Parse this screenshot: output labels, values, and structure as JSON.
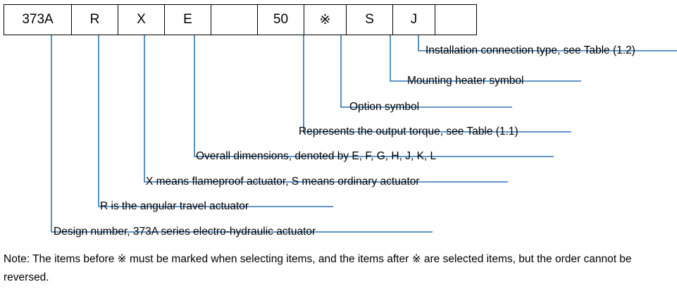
{
  "diagram": {
    "title": "373A series electro-hydraulic actuator model designation",
    "line_color": "#2e75b6",
    "box_border_color": "#000000",
    "code_cells": [
      {
        "text": "373A",
        "width": 96
      },
      {
        "text": "R",
        "width": 66
      },
      {
        "text": "X",
        "width": 66
      },
      {
        "text": "E",
        "width": 66
      },
      {
        "text": "",
        "width": 66
      },
      {
        "text": "50",
        "width": 66
      },
      {
        "text": "※",
        "width": 60
      },
      {
        "text": "S",
        "width": 66
      },
      {
        "text": "J",
        "width": 60
      },
      {
        "text": "",
        "width": 58
      }
    ],
    "callouts": [
      {
        "label": "Installation connection type, see Table (1.2)"
      },
      {
        "label": "Mounting heater symbol"
      },
      {
        "label": "Option symbol"
      },
      {
        "label": "Represents the output torque, see Table (1.1)"
      },
      {
        "label": "Overall dimensions, denoted by E, F, G, H, J, K, L"
      },
      {
        "label": "X means flameproof actuator, S means ordinary actuator"
      },
      {
        "label": "R is the angular travel actuator"
      },
      {
        "label": "Design number, 373A series electro-hydraulic actuator"
      }
    ],
    "note": "Note: The items before ※  must be marked when selecting items, and the items after ※  are selected items, but the order cannot be reversed."
  }
}
